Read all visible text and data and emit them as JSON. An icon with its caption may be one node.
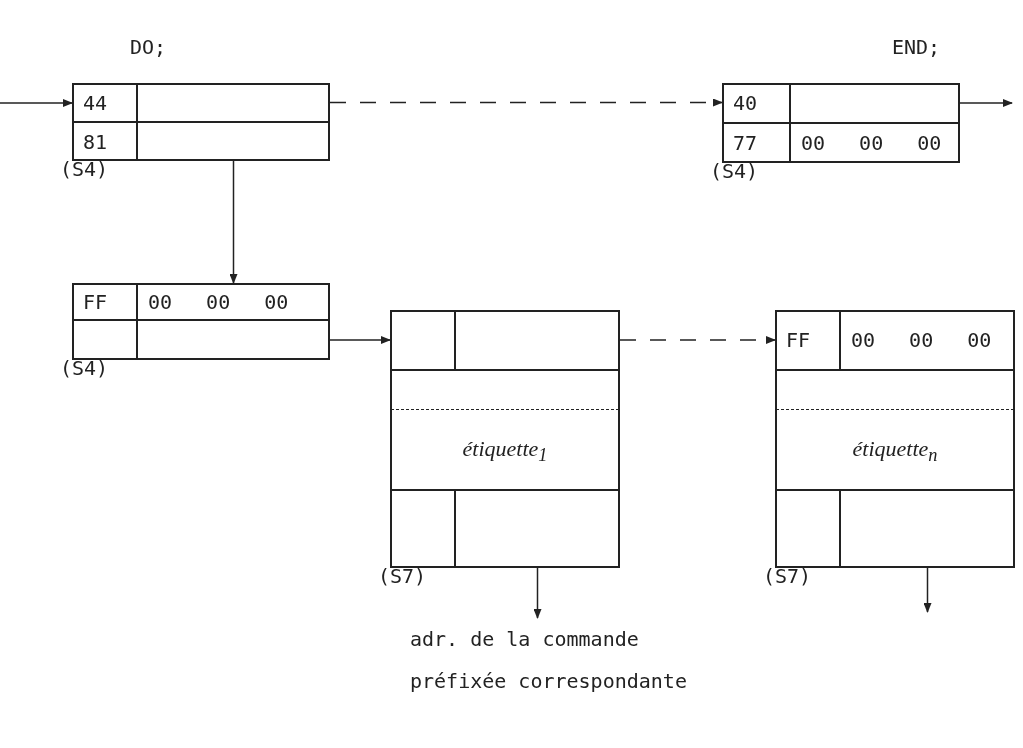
{
  "diagram": {
    "nodes": [
      {
        "text": [
          "DO;"
        ],
        "beside": [
          "(S4)"
        ]
      },
      {
        "text": [
          "44"
        ],
        "in": 0
      },
      {
        "text": [],
        "shape": "box",
        "in": 0
      },
      {
        "text": [
          "81"
        ],
        "in": 0
      },
      {
        "text": [],
        "shape": "box",
        "in": 0
      },
      {
        "text": [
          "END;"
        ],
        "beside": [
          "(S4)"
        ]
      },
      {
        "text": [
          "40"
        ],
        "in": 5
      },
      {
        "text": [],
        "shape": "box",
        "in": 5
      },
      {
        "text": [
          "77"
        ],
        "in": 5
      },
      {
        "text": [
          "00 00 00"
        ],
        "in": 5
      },
      {
        "text": [],
        "shape": "box",
        "beside": [
          "(S4)"
        ]
      },
      {
        "text": [
          "FF"
        ],
        "in": 10
      },
      {
        "text": [
          "00 00 00"
        ],
        "in": 10
      },
      {
        "text": [],
        "shape": "box",
        "in": 10
      },
      {
        "text": [],
        "shape": "box",
        "in": 10
      },
      {
        "text": [],
        "shape": "box",
        "beside": [
          "(S7)"
        ]
      },
      {
        "text": [],
        "shape": "box",
        "in": 15
      },
      {
        "text": [],
        "shape": "box",
        "in": 15
      },
      {
        "text": [
          "étiquette$_{1}$"
        ],
        "in": 15
      },
      {
        "text": [],
        "shape": "box",
        "in": 15
      },
      {
        "text": [],
        "shape": "box",
        "in": 15
      },
      {
        "text": [],
        "shape": "box",
        "beside": [
          "(S7)"
        ]
      },
      {
        "text": [
          "FF"
        ],
        "in": 21
      },
      {
        "text": [
          "00 00 00"
        ],
        "in": 21
      },
      {
        "text": [
          "étiquette$_{n}$"
        ],
        "in": 21
      },
      {
        "text": [],
        "shape": "box",
        "in": 21
      },
      {
        "text": [],
        "shape": "box",
        "in": 21
      },
      {
        "text": [
          "adr. de la commande préfixée correspondante"
        ]
      }
    ],
    "edges": [
      {
        "from": null,
        "to": 0,
        "arrow": "to"
      },
      {
        "from": 2,
        "to": 5,
        "arrow": "to",
        "style": "dashed"
      },
      {
        "from": 7,
        "to": null,
        "arrow": "to"
      },
      {
        "from": 4,
        "to": 10,
        "arrow": "to"
      },
      {
        "from": 14,
        "to": 15,
        "arrow": "to"
      },
      {
        "from": 17,
        "to": 21,
        "arrow": "to",
        "style": "dashed"
      },
      {
        "from": 20,
        "to": 27,
        "arrow": "to"
      },
      {
        "from": 26,
        "to": null,
        "arrow": "to"
      }
    ]
  }
}
